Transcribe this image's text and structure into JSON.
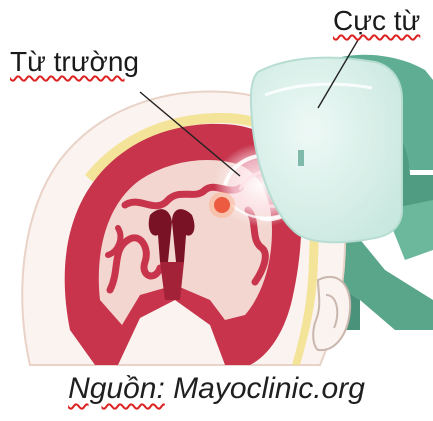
{
  "labels": {
    "magnetic_field": "Từ trường",
    "magnetic_coil": "Cực từ"
  },
  "source": {
    "prefix": "Nguồn:",
    "site": "Mayoclinic.org"
  },
  "colors": {
    "brain_tissue": "#c7344c",
    "brain_white_matter": "#f3d6cf",
    "scalp": "#fbf3ef",
    "skull_band": "#f2e08a",
    "coil_body": "#dff1ec",
    "coil_stand": "#5aa68b",
    "stimulation_spot": "#e2382a",
    "underline_squiggle": "#dd2222"
  }
}
